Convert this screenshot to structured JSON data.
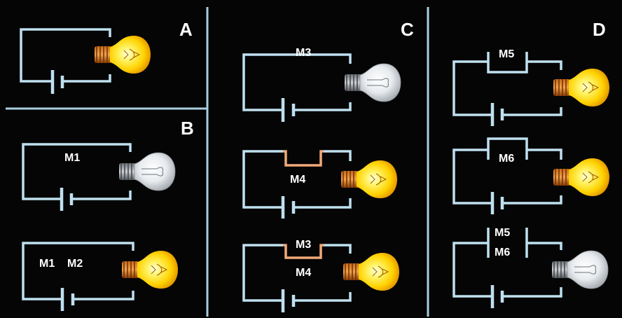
{
  "panels": {
    "a": {
      "letter": "A"
    },
    "b": {
      "letter": "B",
      "c1_label": "M1",
      "c2_label1": "M1",
      "c2_label2": "M2"
    },
    "c": {
      "letter": "C",
      "c1_label": "M3",
      "c2_label": "M4",
      "c3_label_top": "M3",
      "c3_label_bottom": "M4"
    },
    "d": {
      "letter": "D",
      "c1_label": "M5",
      "c2_label": "M6",
      "c3_label1": "M5",
      "c3_label2": "M6"
    }
  },
  "colors": {
    "background": "#050505",
    "wire": "#bfe0ef",
    "divider": "#a9cfe0",
    "bridge": "#f0a97a",
    "bulb_lit": "#ffe600",
    "bulb_unlit": "#e4e7ea"
  },
  "bulbs": {
    "a": "lit",
    "b1": "unlit",
    "b2": "lit",
    "c1": "unlit",
    "c2": "lit",
    "c3": "lit",
    "d1": "lit",
    "d2": "lit",
    "d3": "unlit"
  }
}
